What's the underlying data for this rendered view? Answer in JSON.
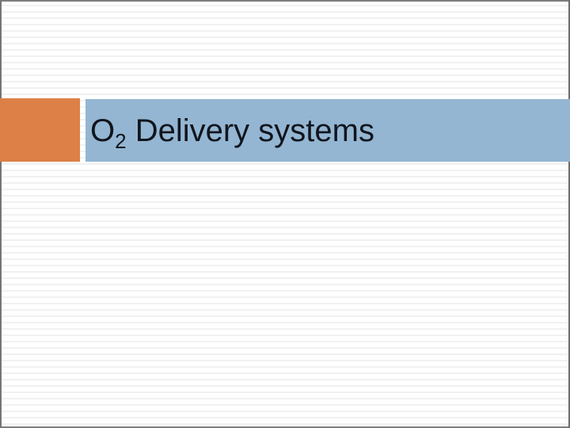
{
  "slide": {
    "title": {
      "prefix": "O",
      "subscript": "2",
      "rest": " Delivery systems"
    },
    "colors": {
      "banner": "#94B6D2",
      "accent_block": "#DD8047",
      "title_text": "#11151D",
      "frame_border": "#7D7D7D",
      "stripe": "#F1F1F1",
      "background": "#FFFFFF"
    }
  }
}
